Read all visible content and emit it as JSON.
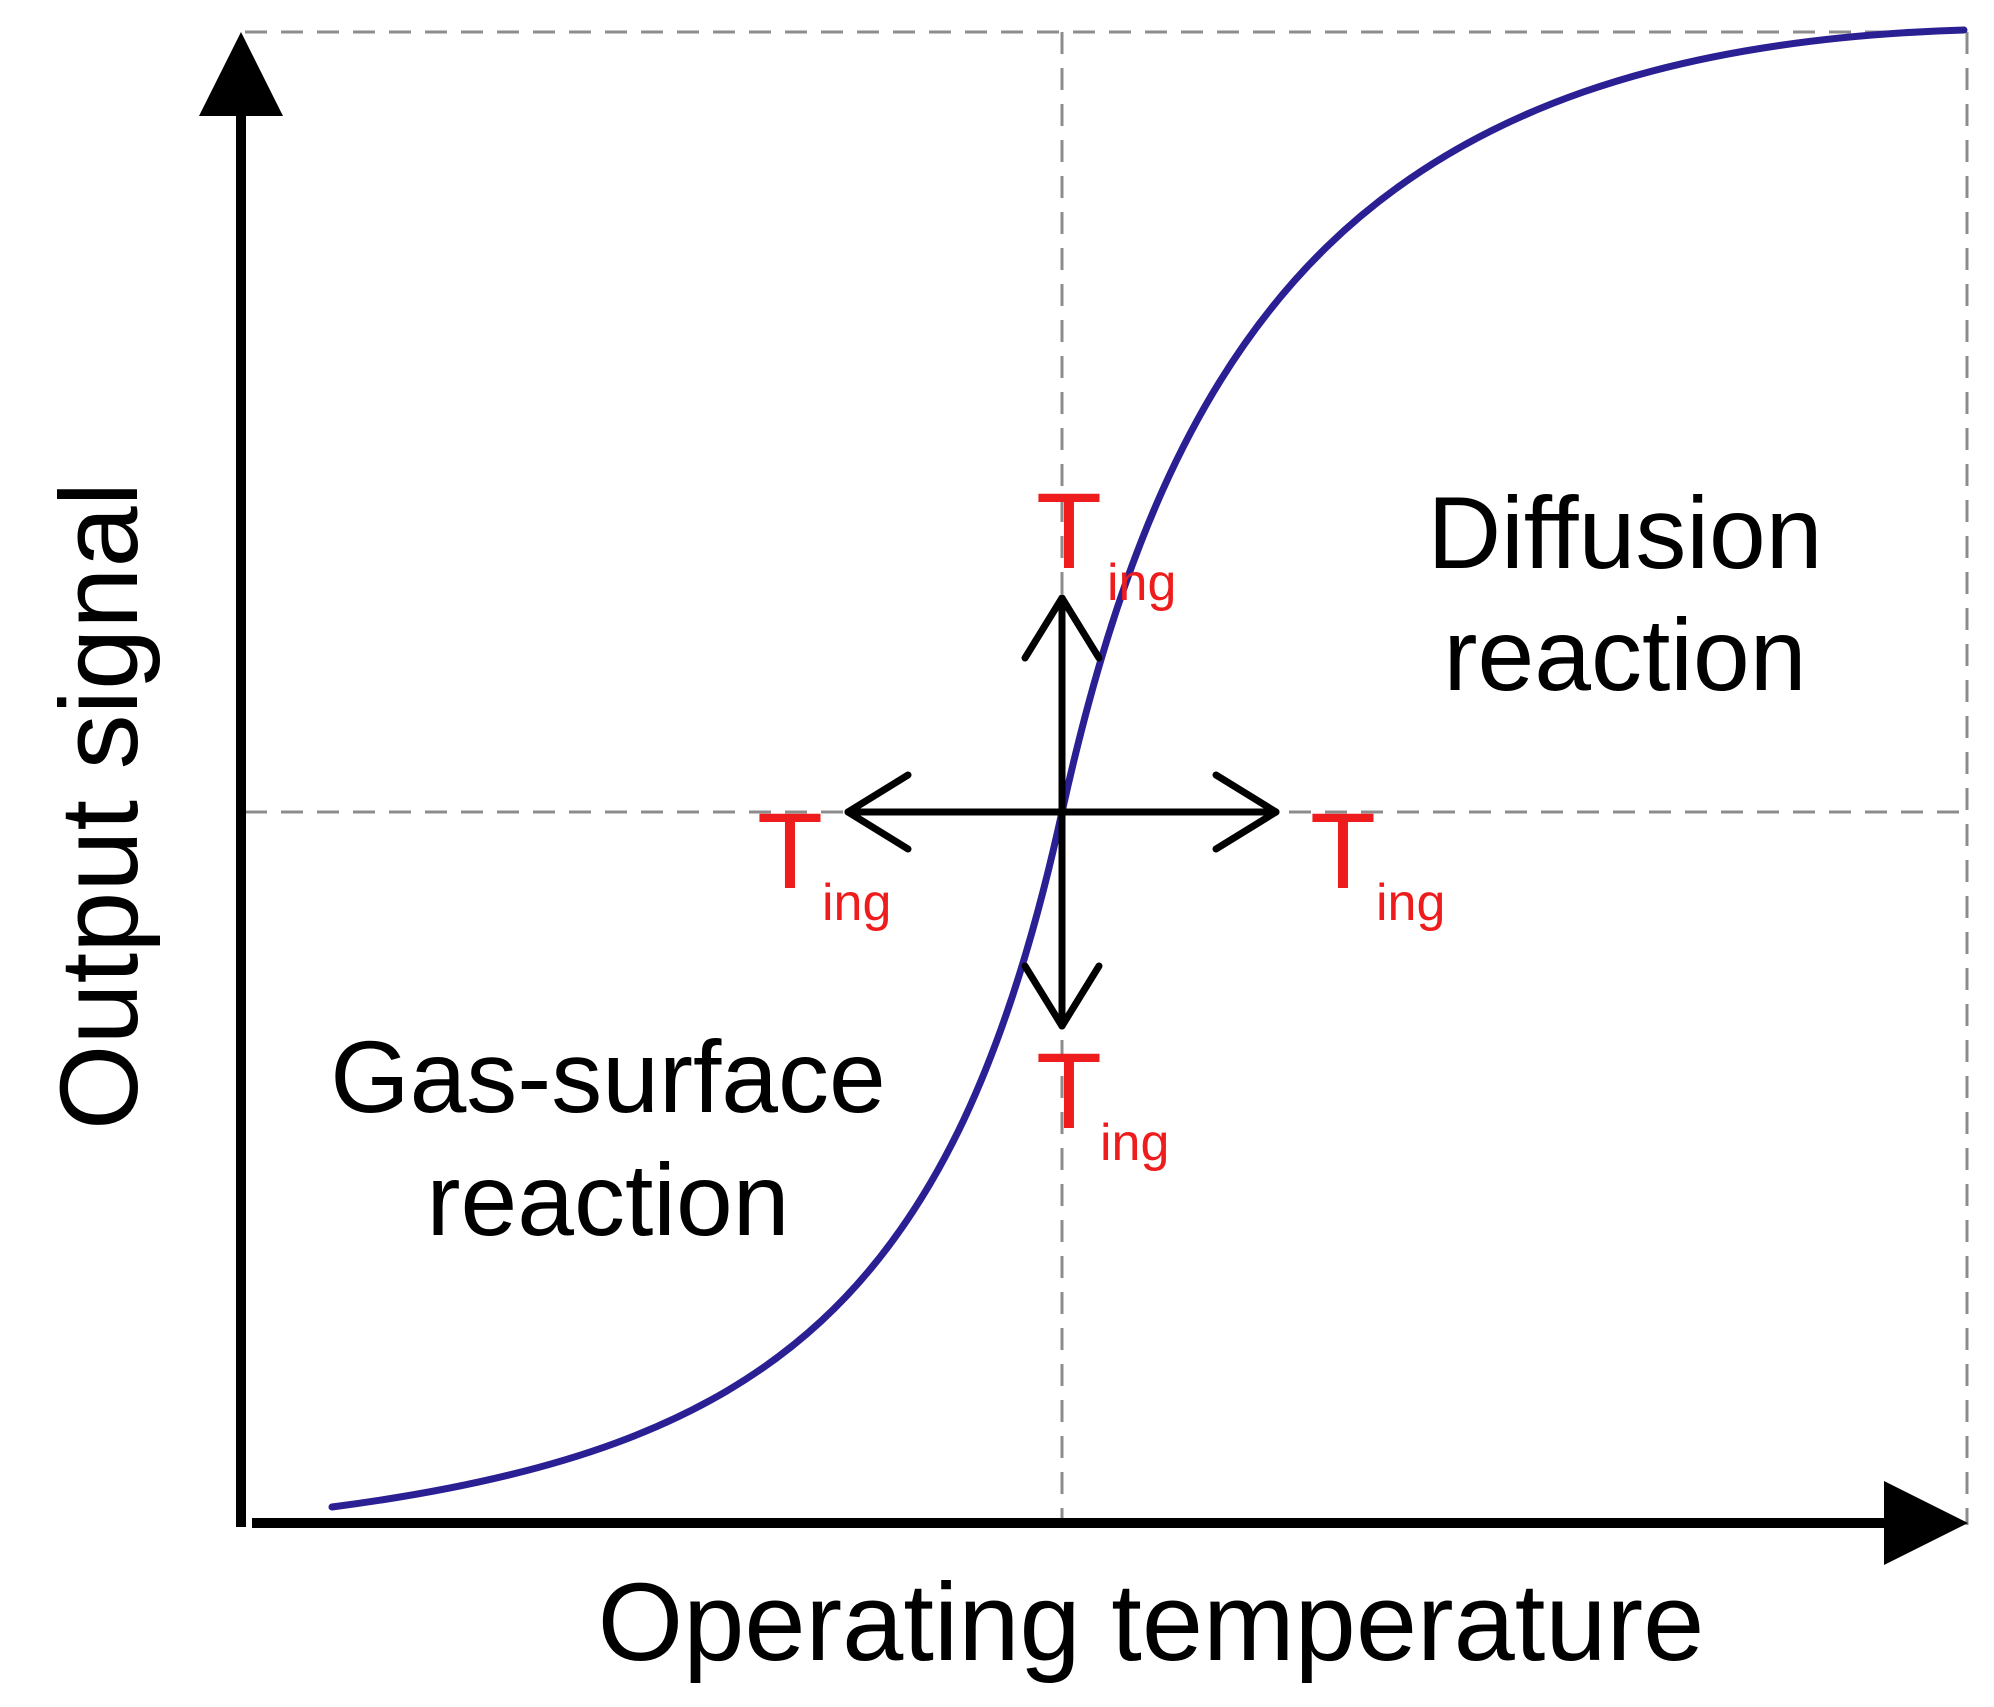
{
  "labels": {
    "y_axis": "Output signal",
    "x_axis": "Operating temperature",
    "region_upper_line1": "Diffusion",
    "region_upper_line2": "reaction",
    "region_lower_line1": "Gas-surface",
    "region_lower_line2": "reaction",
    "t_main": "T",
    "t_sub": "ing"
  },
  "colors": {
    "curve": "#2b1f94",
    "axis": "#000000",
    "grid": "#8c8c8c",
    "arrow": "#000000",
    "text": "#000000",
    "highlight": "#ee1c1c"
  }
}
